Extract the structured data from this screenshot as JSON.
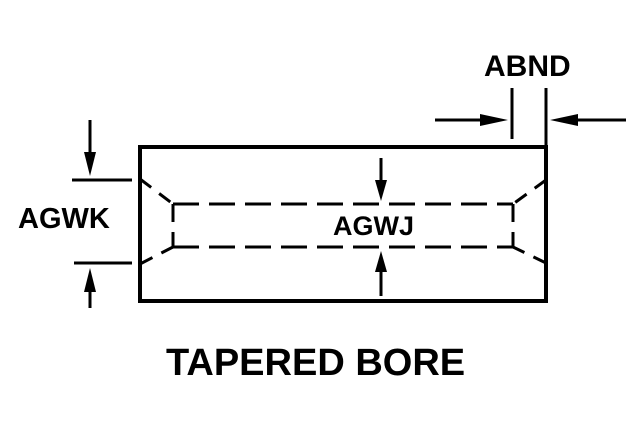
{
  "diagram": {
    "title": "TAPERED BORE",
    "labels": {
      "overall_length_dimension": "ABND",
      "outer_bore_diameter": "AGWK",
      "inner_bore_diameter": "AGWJ"
    },
    "colors": {
      "line": "#000000",
      "background": "#ffffff"
    }
  }
}
